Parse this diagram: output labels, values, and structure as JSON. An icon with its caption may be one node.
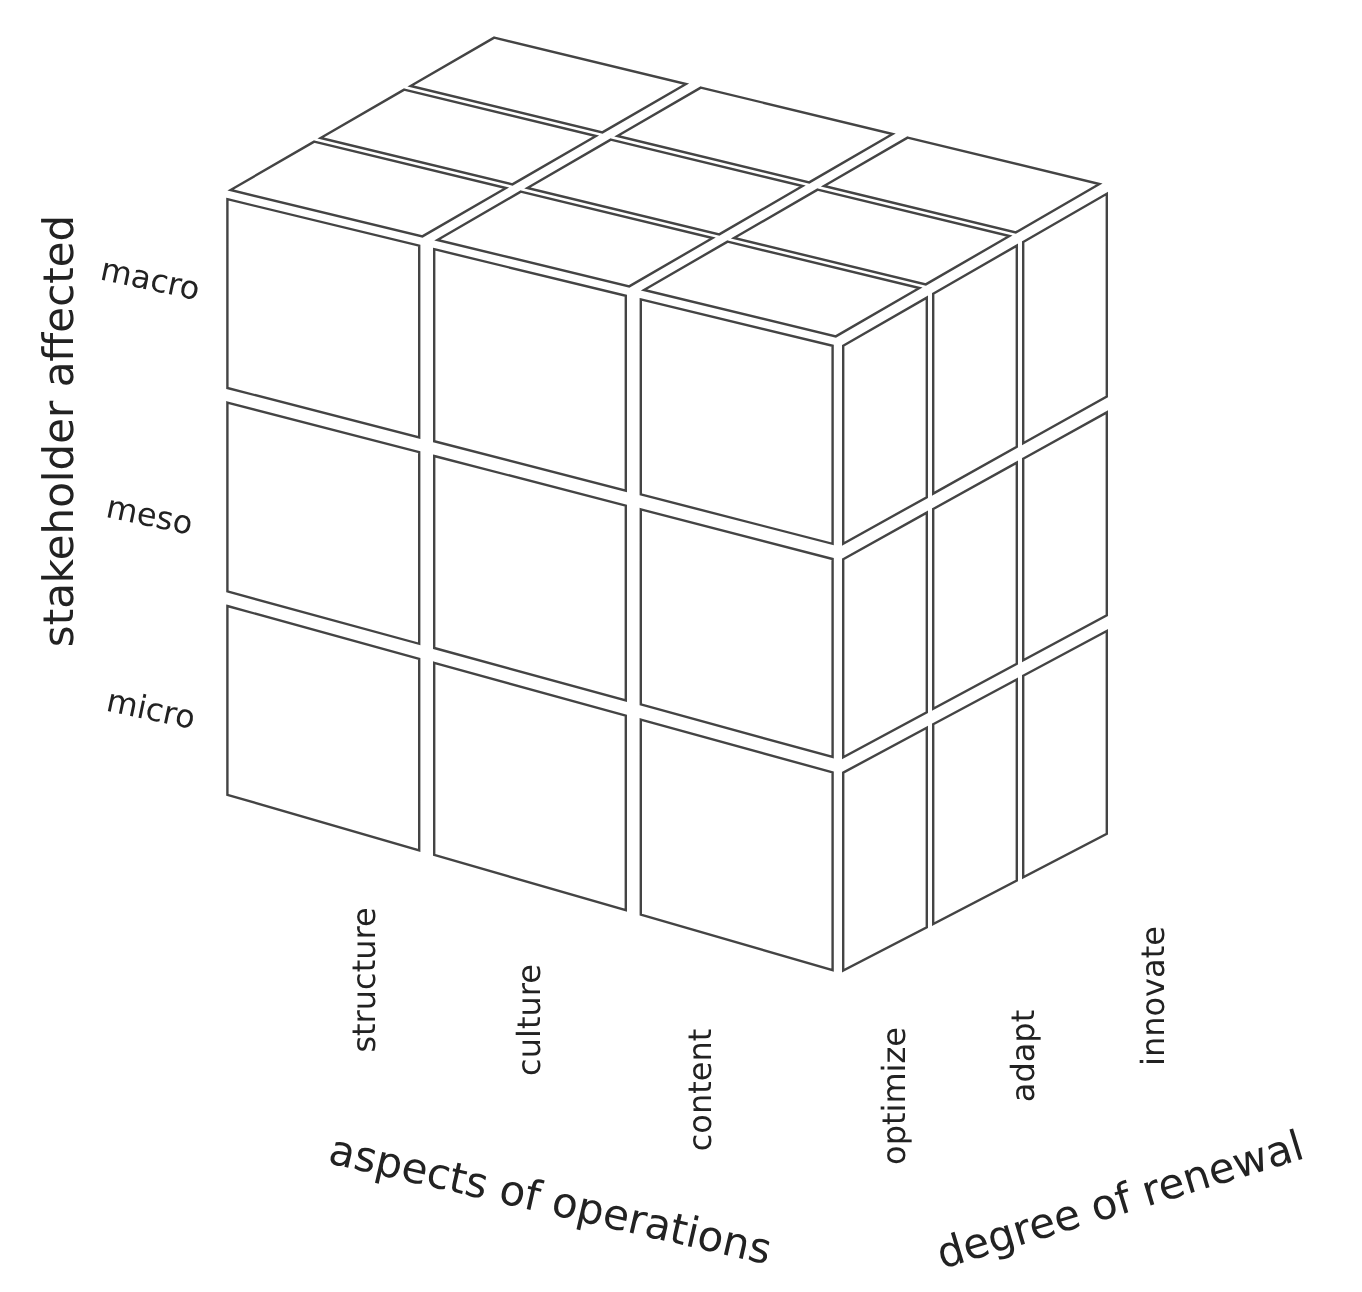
{
  "diagram": {
    "labels": [
      "stakeholder affected",
      "macro",
      "meso",
      "micro",
      "structure",
      "culture",
      "content",
      "aspects of operations",
      "optimize",
      "adapt",
      "innovate",
      "degree of renewal"
    ]
  }
}
